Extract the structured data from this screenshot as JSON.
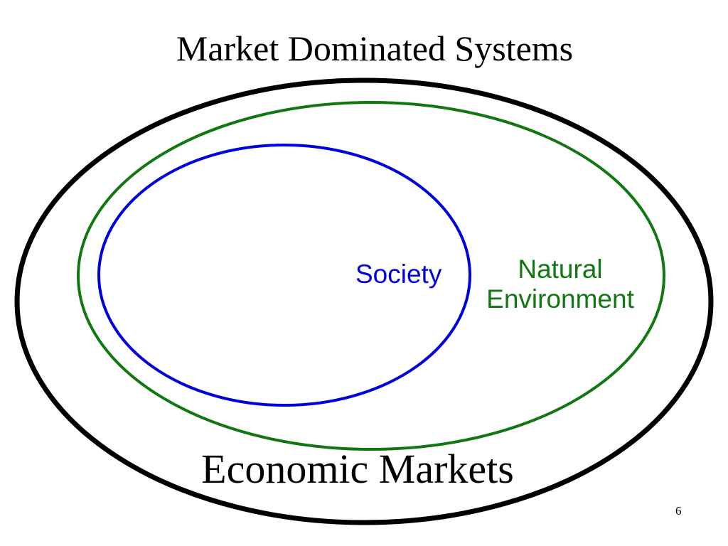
{
  "slide": {
    "title": "Market Dominated Systems",
    "page_number": "6"
  },
  "diagram": {
    "outer": {
      "label": "Economic Markets",
      "color": "#000000"
    },
    "middle": {
      "label_line1": "Natural",
      "label_line2": "Environment",
      "color": "#117711"
    },
    "inner": {
      "label": "Society",
      "color": "#0000dd"
    }
  }
}
